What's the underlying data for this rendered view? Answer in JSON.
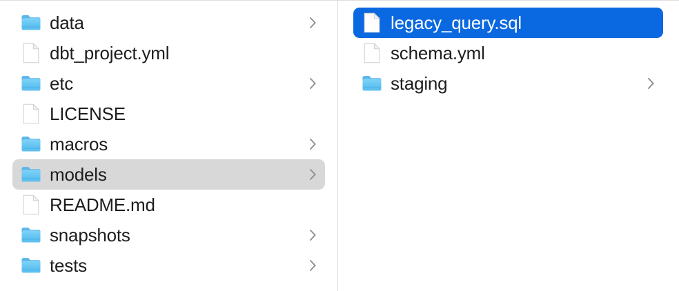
{
  "window": {
    "view_mode": "column",
    "background_color": "#ffffff",
    "divider_color": "#dcdcdc",
    "selection_gray": "#d8d8d8",
    "selection_blue": "#0a68e0",
    "label_color": "#1d1d1f",
    "selected_label_color": "#ffffff",
    "chevron_color": "#8e8e93",
    "folder_icon_color": "#54bdf2",
    "file_icon_color": "#ffffff"
  },
  "columns": [
    {
      "name": "parent-column",
      "items": [
        {
          "label": "data",
          "kind": "folder",
          "icon": "folder-icon",
          "chevron": true,
          "selected": false,
          "selection": "none"
        },
        {
          "label": "dbt_project.yml",
          "kind": "file",
          "icon": "document-icon",
          "chevron": false,
          "selected": false,
          "selection": "none"
        },
        {
          "label": "etc",
          "kind": "folder",
          "icon": "folder-icon",
          "chevron": true,
          "selected": false,
          "selection": "none"
        },
        {
          "label": "LICENSE",
          "kind": "file",
          "icon": "document-icon",
          "chevron": false,
          "selected": false,
          "selection": "none"
        },
        {
          "label": "macros",
          "kind": "folder",
          "icon": "folder-icon",
          "chevron": true,
          "selected": false,
          "selection": "none"
        },
        {
          "label": "models",
          "kind": "folder",
          "icon": "folder-icon",
          "chevron": true,
          "selected": true,
          "selection": "gray"
        },
        {
          "label": "README.md",
          "kind": "file",
          "icon": "document-icon",
          "chevron": false,
          "selected": false,
          "selection": "none"
        },
        {
          "label": "snapshots",
          "kind": "folder",
          "icon": "folder-icon",
          "chevron": true,
          "selected": false,
          "selection": "none"
        },
        {
          "label": "tests",
          "kind": "folder",
          "icon": "folder-icon",
          "chevron": true,
          "selected": false,
          "selection": "none"
        }
      ]
    },
    {
      "name": "child-column",
      "items": [
        {
          "label": "legacy_query.sql",
          "kind": "file",
          "icon": "document-icon",
          "chevron": false,
          "selected": true,
          "selection": "blue"
        },
        {
          "label": "schema.yml",
          "kind": "file",
          "icon": "document-icon",
          "chevron": false,
          "selected": false,
          "selection": "none"
        },
        {
          "label": "staging",
          "kind": "folder",
          "icon": "folder-icon",
          "chevron": true,
          "selected": false,
          "selection": "none"
        }
      ]
    }
  ]
}
